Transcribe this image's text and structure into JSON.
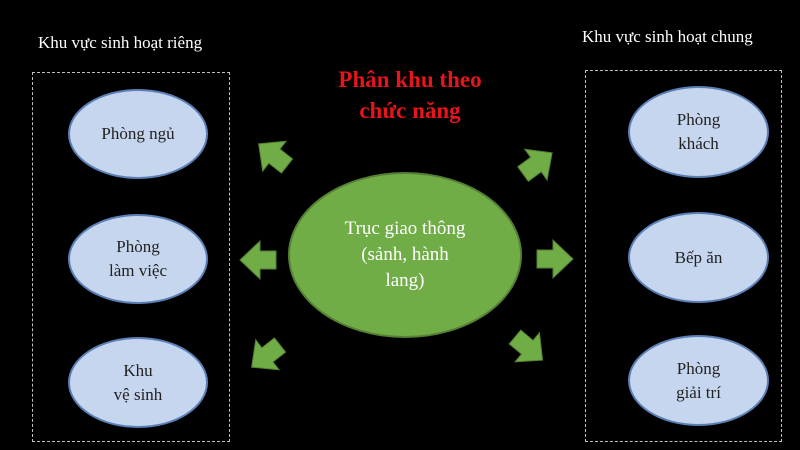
{
  "title": {
    "line1": "Phân khu theo",
    "line2": "chức năng"
  },
  "left_zone": {
    "label": "Khu vực sinh hoạt riêng",
    "nodes": [
      {
        "lines": [
          "Phòng ngủ"
        ]
      },
      {
        "lines": [
          "Phòng",
          "làm việc"
        ]
      },
      {
        "lines": [
          "Khu",
          "vệ sinh"
        ]
      }
    ]
  },
  "right_zone": {
    "label": "Khu vực sinh hoạt chung",
    "nodes": [
      {
        "lines": [
          "Phòng",
          "khách"
        ]
      },
      {
        "lines": [
          "Bếp ăn"
        ]
      },
      {
        "lines": [
          "Phòng",
          "giải trí"
        ]
      }
    ]
  },
  "center": {
    "lines": [
      "Trục giao thông",
      "(sảnh, hành",
      "lang)"
    ]
  },
  "colors": {
    "background": "#000000",
    "title": "#e8141c",
    "center_fill": "#70ad47",
    "node_fill": "#c6d6ee",
    "node_border": "#5b7fb5",
    "arrow_fill": "#70ad47"
  }
}
